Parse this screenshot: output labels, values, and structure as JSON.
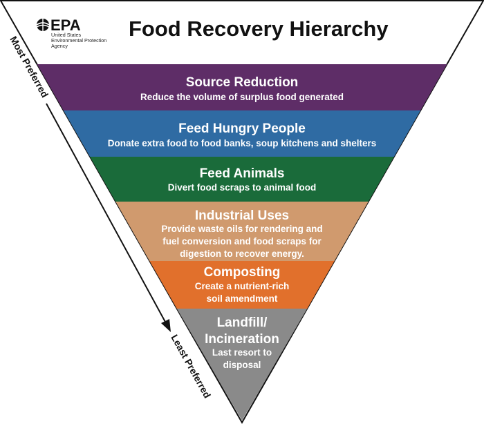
{
  "title": "Food Recovery Hierarchy",
  "logo": {
    "name": "EPA",
    "agency_lines": [
      "United States",
      "Environmental Protection",
      "Agency"
    ]
  },
  "axis": {
    "top_label": "Most Preferred",
    "bottom_label": "Least Preferred"
  },
  "levels": [
    {
      "title": "Source Reduction",
      "description": [
        "Reduce the volume of surplus food generated"
      ],
      "color": "#5e2d67"
    },
    {
      "title": "Feed Hungry People",
      "description": [
        "Donate extra food to food banks, soup kitchens and shelters"
      ],
      "color": "#2f6ba3"
    },
    {
      "title": "Feed Animals",
      "description": [
        "Divert food scraps to animal food"
      ],
      "color": "#1a6b3a"
    },
    {
      "title": "Industrial Uses",
      "description": [
        "Provide waste oils for rendering and",
        "fuel conversion and food scraps for",
        "digestion to recover energy."
      ],
      "color": "#d09a6e"
    },
    {
      "title": "Composting",
      "description": [
        "Create a nutrient-rich",
        "soil amendment"
      ],
      "color": "#e1702c"
    },
    {
      "title": "Landfill/ Incineration",
      "title_lines": [
        "Landfill/",
        "Incineration"
      ],
      "description": [
        "Last resort to",
        "disposal"
      ],
      "color": "#8a8a8a"
    }
  ]
}
